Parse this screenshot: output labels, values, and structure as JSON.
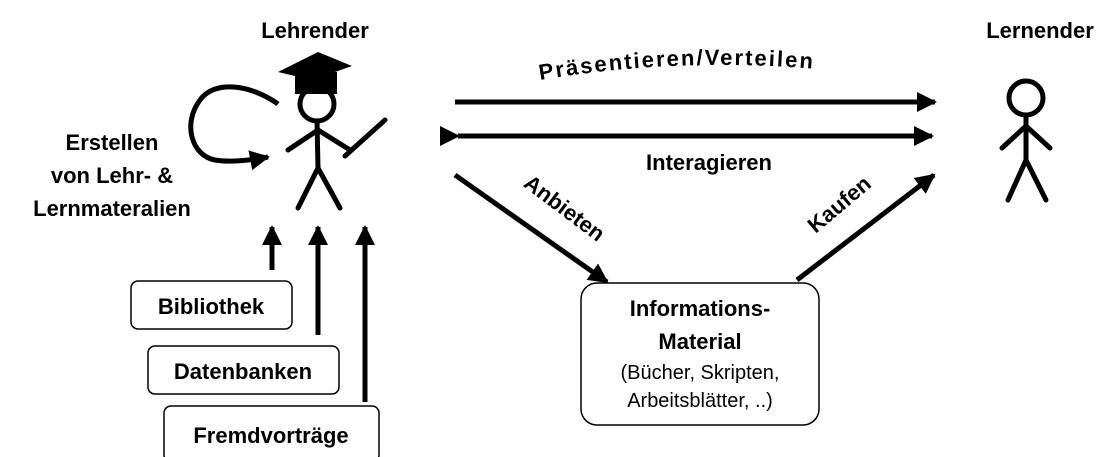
{
  "roles": {
    "teacher": "Lehrender",
    "learner": "Lernender"
  },
  "create_label": {
    "line1": "Erstellen",
    "line2": "von Lehr- &",
    "line3": "Lernmateralien"
  },
  "flows": {
    "present": "Präsentieren/Verteilen",
    "interact": "Interagieren",
    "offer": "Anbieten",
    "buy": "Kaufen"
  },
  "sources": [
    "Bibliothek",
    "Datenbanken",
    "Fremdvorträge"
  ],
  "material": {
    "line1": "Informations-",
    "line2": "Material",
    "line3": "(Bücher, Skripten,",
    "line4": "Arbeitsblätter, ..)"
  }
}
